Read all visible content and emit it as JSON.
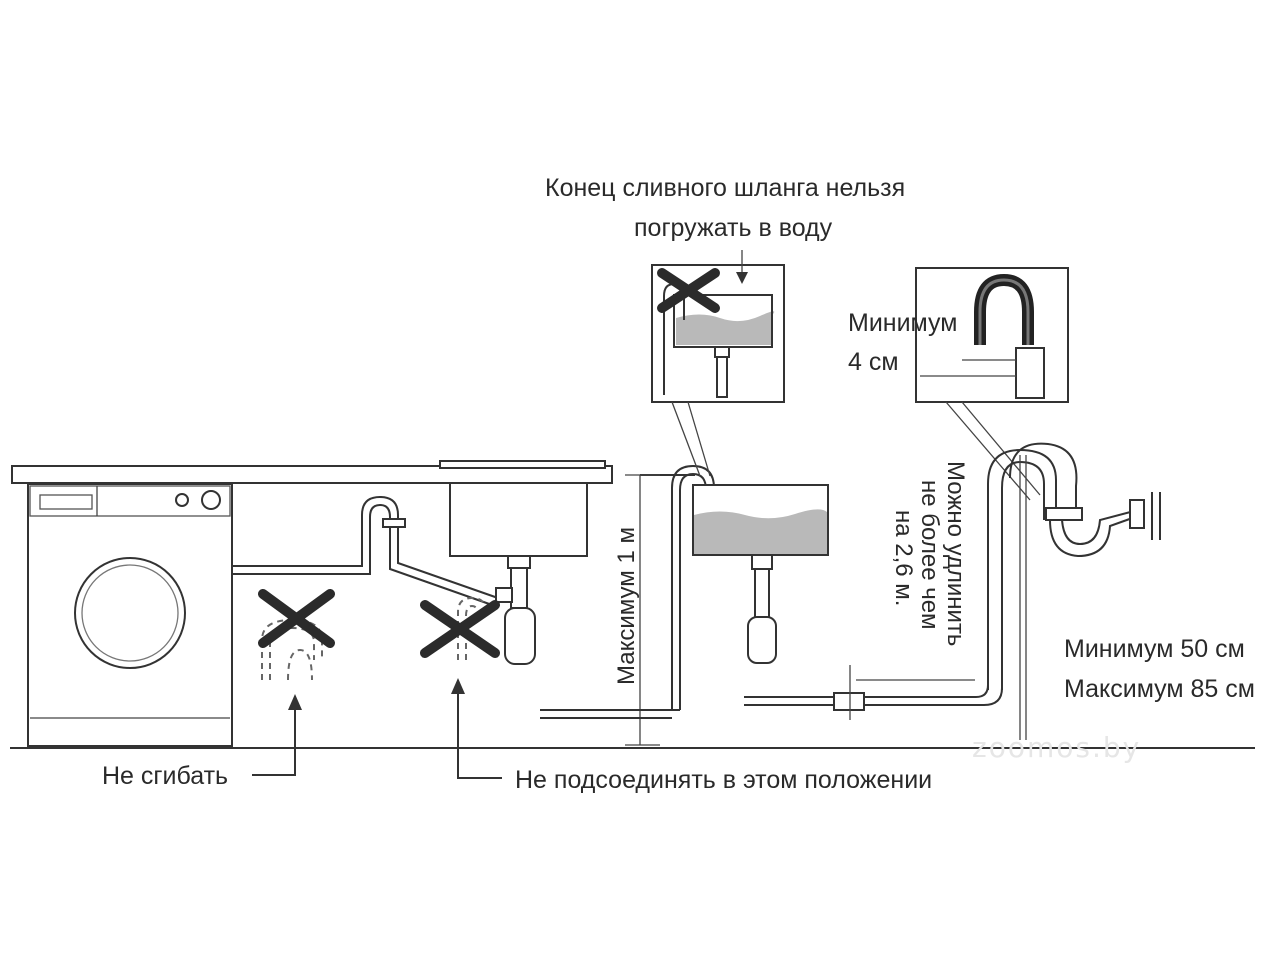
{
  "labels": {
    "no_submerge_line1": "Конец сливного шланга нельзя",
    "no_submerge_line2": "погружать в воду",
    "min4_line1": "Минимум",
    "min4_line2": "4 см",
    "max1m": "Максимум 1 м",
    "extend_line1": "Можно удлинить",
    "extend_line2": "не более чем",
    "extend_line3": "на 2,6 м.",
    "min50": "Минимум 50 см",
    "max85": "Максимум 85 см",
    "no_bend": "Не сгибать",
    "no_connect": "Не подсоединять в этом положении",
    "watermark": "zoomos.by"
  }
}
